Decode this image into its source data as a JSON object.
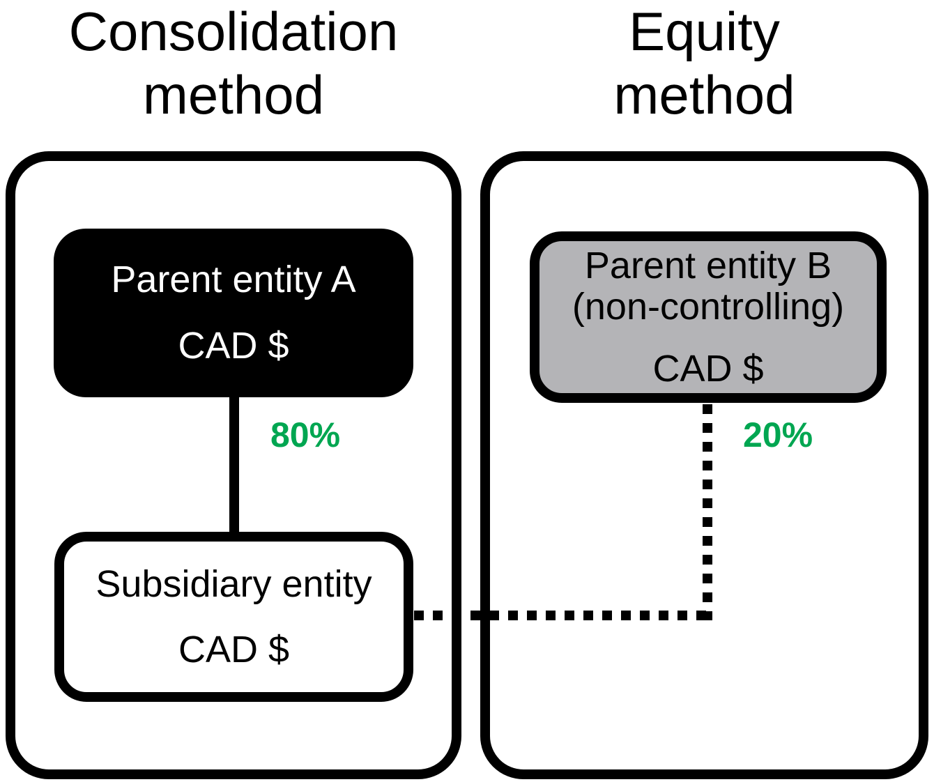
{
  "diagram": {
    "left_panel": {
      "title_line1": "Consolidation",
      "title_line2": "method",
      "parent_box": {
        "name": "Parent entity A",
        "currency": "CAD $"
      },
      "ownership_label": "80%",
      "subsidiary_box": {
        "name": "Subsidiary entity",
        "currency": "CAD $"
      }
    },
    "right_panel": {
      "title_line1": "Equity",
      "title_line2": "method",
      "parent_box": {
        "name": "Parent entity B",
        "qualifier": "(non-controlling)",
        "currency": "CAD $"
      },
      "ownership_label": "20%"
    },
    "colors": {
      "parent_a_fill": "#000000",
      "parent_a_text": "#ffffff",
      "parent_b_fill": "#b4b4b7",
      "subsidiary_fill": "#ffffff",
      "border_color": "#000000",
      "ownership_label_color": "#00a651"
    }
  }
}
